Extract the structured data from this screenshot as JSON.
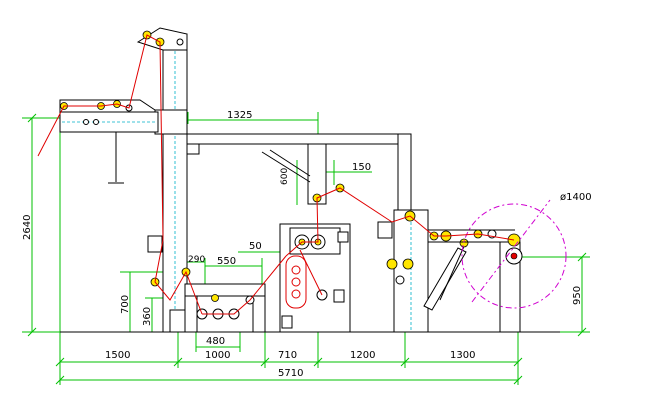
{
  "dimensions": {
    "top_span": "1325",
    "offset_150": "150",
    "vertical_600": "600",
    "horizontal_50": "50",
    "horizontal_550": "550",
    "horizontal_290": "290",
    "horizontal_480": "480",
    "height_2640": "2640",
    "height_700": "700",
    "height_360": "360",
    "height_950": "950",
    "diameter_1400": "ø1400",
    "bottom_1500": "1500",
    "bottom_1000": "1000",
    "bottom_710": "710",
    "bottom_1200": "1200",
    "bottom_1300": "1300",
    "overall_5710": "5710"
  }
}
